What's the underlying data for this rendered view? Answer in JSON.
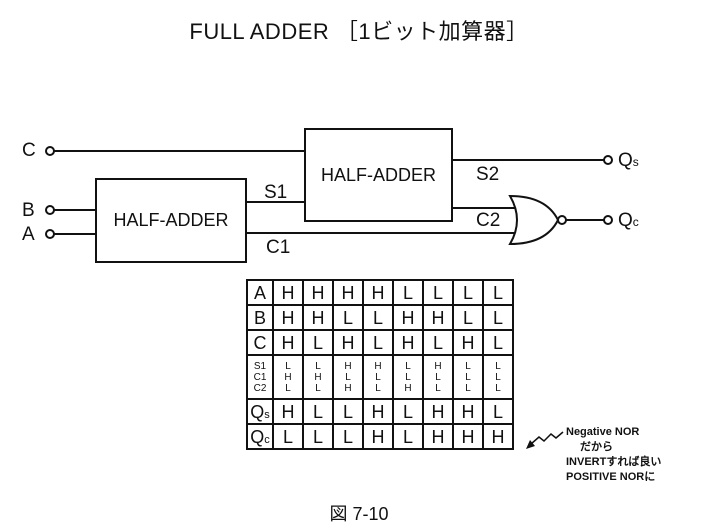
{
  "title": "FULL ADDER ［1ビット加算器］",
  "inputs": {
    "c": "C",
    "b": "B",
    "a": "A"
  },
  "outputs": {
    "qs_main": "Q",
    "qs_sub": "s",
    "qc_main": "Q",
    "qc_sub": "c"
  },
  "half_adder_1": "HALF-ADDER",
  "half_adder_2": "HALF-ADDER",
  "signals": {
    "s1": "S1",
    "c1": "C1",
    "s2": "S2",
    "c2": "C2"
  },
  "truth_table": {
    "row_a": {
      "label": "A",
      "values": [
        "H",
        "H",
        "H",
        "H",
        "L",
        "L",
        "L",
        "L"
      ]
    },
    "row_b": {
      "label": "B",
      "values": [
        "H",
        "H",
        "L",
        "L",
        "H",
        "H",
        "L",
        "L"
      ]
    },
    "row_c": {
      "label": "C",
      "values": [
        "H",
        "L",
        "H",
        "L",
        "H",
        "L",
        "H",
        "L"
      ]
    },
    "row_mid": {
      "labels": [
        "S1",
        "C1",
        "C2"
      ],
      "s1": [
        "L",
        "L",
        "H",
        "H",
        "L",
        "H",
        "L",
        "L"
      ],
      "c1": [
        "H",
        "H",
        "L",
        "L",
        "L",
        "L",
        "L",
        "L"
      ],
      "c2": [
        "L",
        "L",
        "H",
        "L",
        "H",
        "L",
        "L",
        "L"
      ]
    },
    "row_qs": {
      "label_main": "Q",
      "label_sub": "s",
      "values": [
        "H",
        "L",
        "L",
        "H",
        "L",
        "H",
        "H",
        "L"
      ]
    },
    "row_qc": {
      "label_main": "Q",
      "label_sub": "c",
      "values": [
        "L",
        "L",
        "L",
        "H",
        "L",
        "H",
        "H",
        "H"
      ]
    }
  },
  "note": [
    "Negative NOR",
    "だから",
    "INVERTすれば良い",
    "POSITIVE NORに"
  ],
  "caption": "図 7-10"
}
